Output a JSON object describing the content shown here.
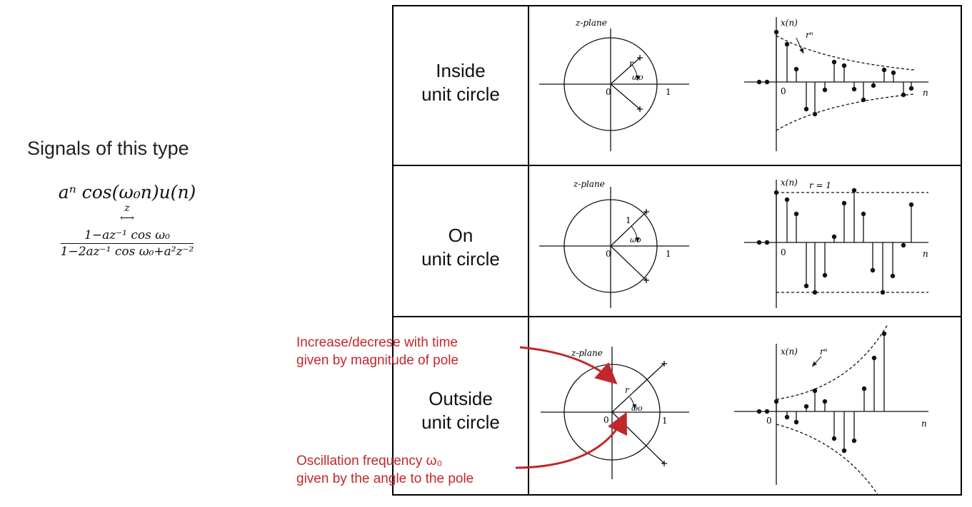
{
  "left_panel": {
    "heading": "Signals of this type",
    "formula": {
      "signal": "aⁿ cos(ω₀n)u(n)",
      "transform_symbol": "z",
      "numerator": "1−az⁻¹ cos ω₀",
      "denominator": "1−2az⁻¹ cos ω₀+a²z⁻²"
    }
  },
  "rows": [
    {
      "label_line1": "Inside",
      "label_line2": "unit circle"
    },
    {
      "label_line1": "On",
      "label_line2": "unit circle"
    },
    {
      "label_line1": "Outside",
      "label_line2": "unit circle"
    }
  ],
  "plot_labels": {
    "z_plane": "z-plane",
    "origin": "0",
    "unit": "1",
    "r": "r",
    "omega": "ωo",
    "x_n": "x(n)",
    "n": "n",
    "r_n": "rⁿ",
    "r_equals_1": "r = 1"
  },
  "annotations": {
    "magnitude_line1": "Increase/decrese with time",
    "magnitude_line2": "given by magnitude of pole",
    "angle_line1": "Oscillation frequency ω₀",
    "angle_line2": "given by the angle to the pole"
  },
  "colors": {
    "annotation": "#c0282c",
    "lines": "#000000"
  },
  "footer": {
    "left": "",
    "center": ""
  }
}
